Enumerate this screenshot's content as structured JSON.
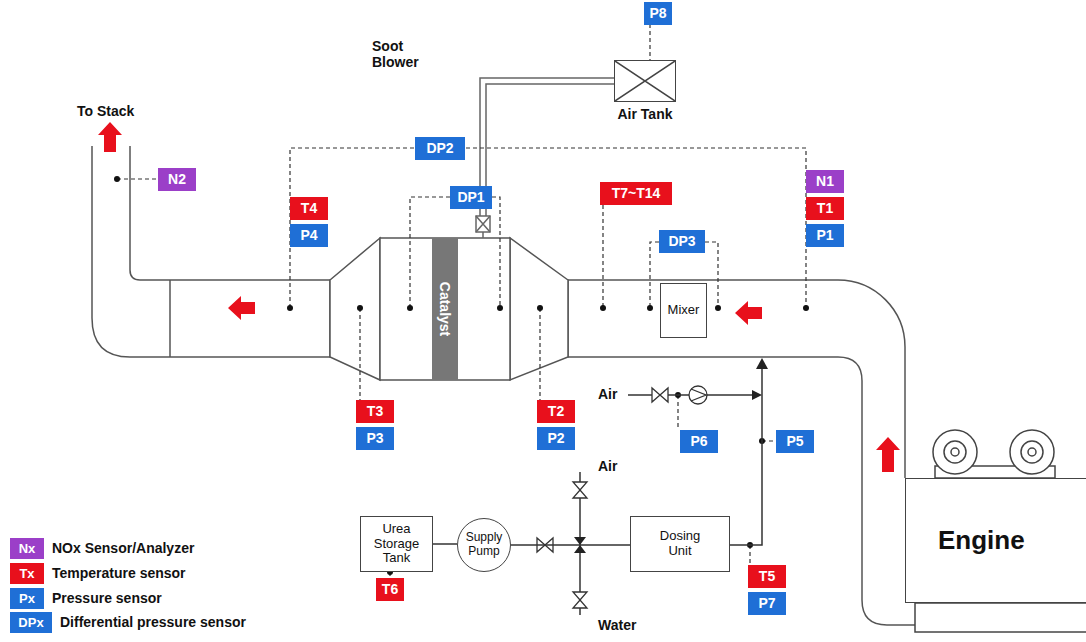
{
  "diagram": {
    "nodes": [
      {
        "text": [
          "P8"
        ]
      },
      {
        "text": [
          "Air Tank"
        ]
      },
      {
        "text": [
          "DP2"
        ]
      },
      {
        "text": [
          "N2"
        ]
      },
      {
        "text": [
          "DP1"
        ]
      },
      {
        "text": [
          "T7~T14"
        ]
      },
      {
        "text": [
          "N1"
        ]
      },
      {
        "text": [
          "T1"
        ]
      },
      {
        "text": [
          "P1"
        ]
      },
      {
        "text": [
          "T4"
        ]
      },
      {
        "text": [
          "P4"
        ]
      },
      {
        "text": [
          "DP3"
        ]
      },
      {
        "text": [
          "Catalyst"
        ]
      },
      {
        "text": [
          "Mixer"
        ]
      },
      {
        "text": [
          "T3"
        ]
      },
      {
        "text": [
          "P3"
        ]
      },
      {
        "text": [
          "T2"
        ]
      },
      {
        "text": [
          "P2"
        ]
      },
      {
        "text": [
          "P6"
        ]
      },
      {
        "text": [
          "P5"
        ]
      },
      {
        "text": [
          "Urea Storage Tank"
        ]
      },
      {
        "text": [
          "Supply Pump"
        ]
      },
      {
        "text": [
          "Dosing Unit"
        ]
      },
      {
        "text": [
          "Engine"
        ]
      },
      {
        "text": [
          "T6"
        ]
      },
      {
        "text": [
          "T5"
        ]
      },
      {
        "text": [
          "P7"
        ]
      }
    ],
    "edges": [
      {
        "from": 20,
        "to": 21,
        "arrow": "none"
      },
      {
        "from": 21,
        "to": 22,
        "arrow": "none"
      }
    ],
    "labels": [
      "To Stack",
      "Soot Blower",
      "Air",
      "Air",
      "Water",
      "Nx",
      "Tx",
      "Px",
      "DPx"
    ],
    "legend": [
      {
        "text": "NOx Sensor/Analyzer",
        "color": "#9b3fc8"
      },
      {
        "text": "Temperature sensor",
        "color": "#e8101c"
      },
      {
        "text": "Pressure sensor",
        "color": "#1f6fd6"
      },
      {
        "text": "Differential pressure sensor",
        "color": "#1f6fd6"
      }
    ]
  }
}
